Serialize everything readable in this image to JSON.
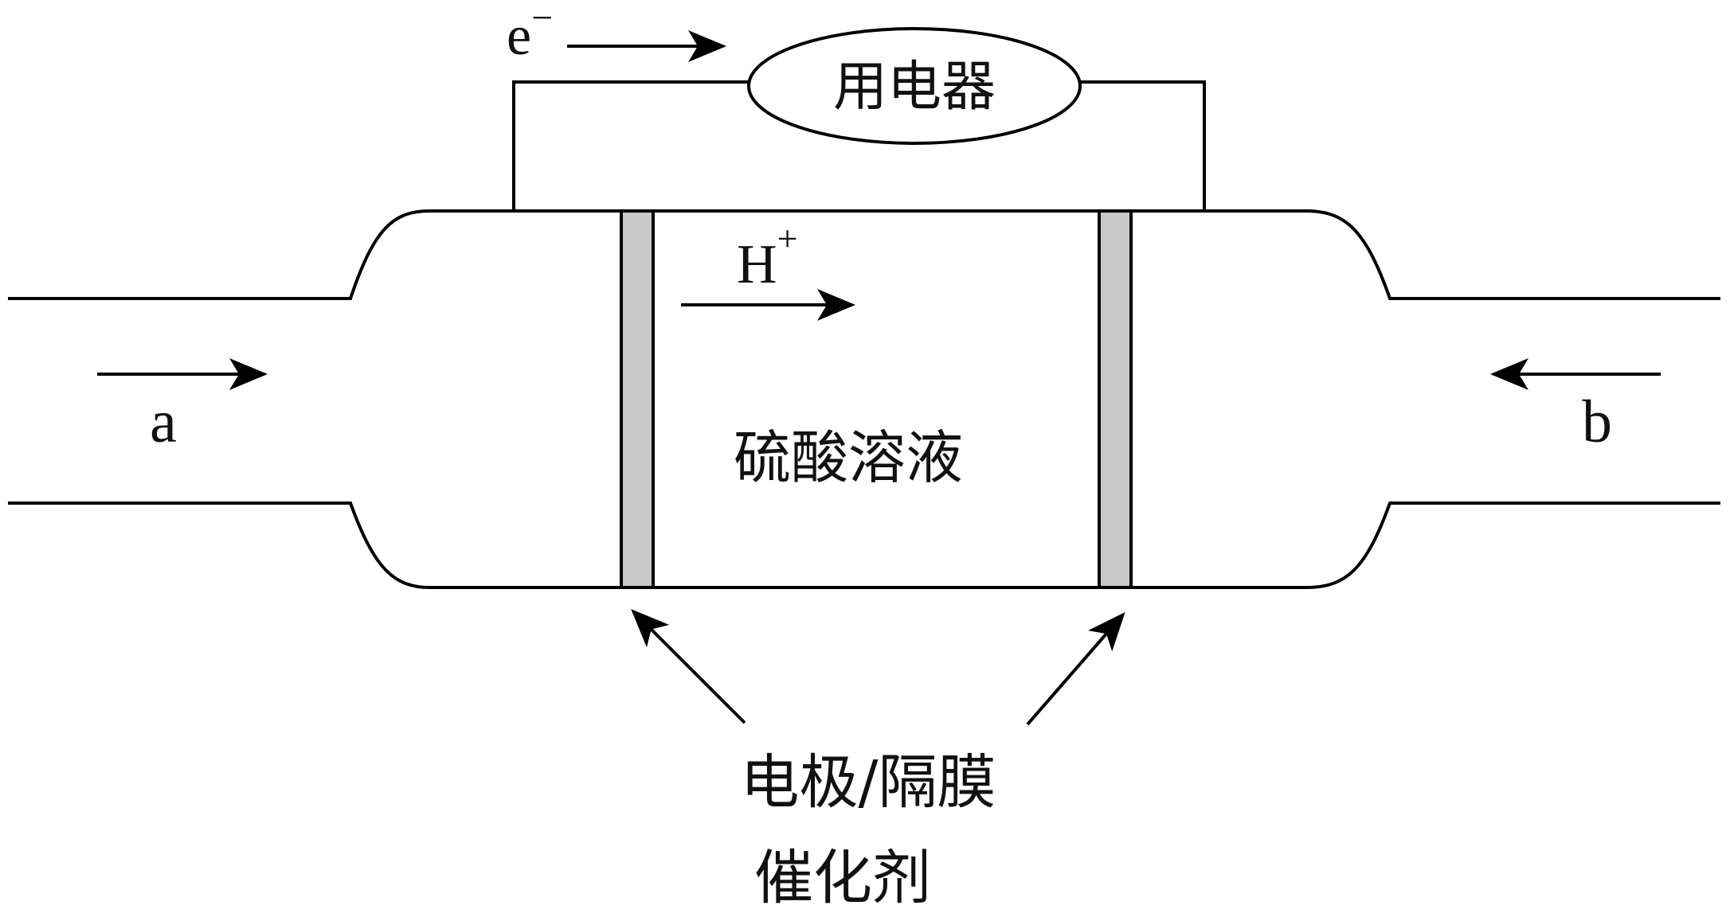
{
  "labels": {
    "electron": "e",
    "electron_sup": "−",
    "device": "用电器",
    "proton": "H",
    "proton_sup": "+",
    "inlet_left": "a",
    "inlet_right": "b",
    "electrolyte": "硫酸溶液",
    "electrode_line1": "电极/隔膜",
    "electrode_line2": "催化剂"
  },
  "colors": {
    "line": "#000000",
    "electrode_fill": "#c8c8c8",
    "background": "#ffffff"
  }
}
